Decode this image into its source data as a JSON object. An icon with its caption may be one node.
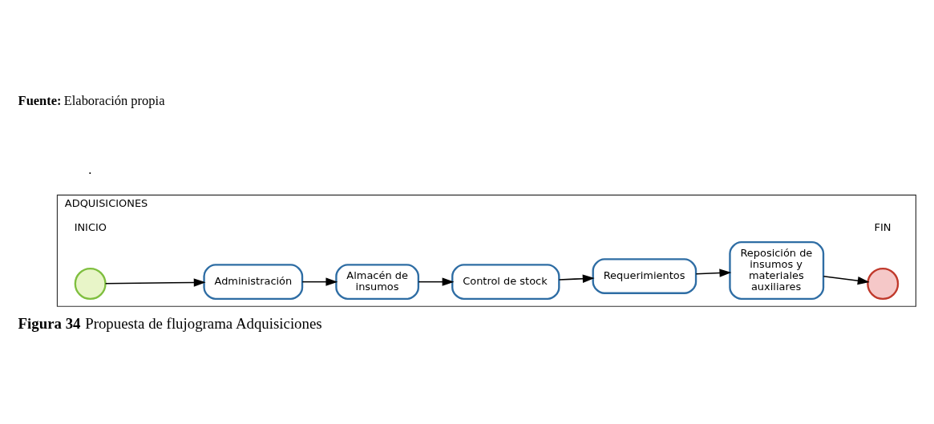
{
  "diagram": {
    "caption": "**Figura 34** Propuesta de flujograma Adquisiciones",
    "nodes": [
      {
        "text": [
          "ADQUISICIONES"
        ]
      },
      {
        "text": [],
        "shape": "circle",
        "beside": [
          "INICIO"
        ],
        "in": 0
      },
      {
        "text": [
          "Administración"
        ],
        "in": 0
      },
      {
        "text": [
          "Almacén de insumos"
        ],
        "in": 0
      },
      {
        "text": [
          "Control de stock"
        ],
        "in": 0
      },
      {
        "text": [
          "Requerimientos"
        ],
        "in": 0
      },
      {
        "text": [
          "Reposición de insumos y materiales auxiliares"
        ],
        "in": 0
      },
      {
        "text": [],
        "shape": "circle",
        "beside": [
          "FIN"
        ],
        "in": 0
      }
    ],
    "edges": [
      {
        "from": 1,
        "to": 2,
        "arrow": "to"
      },
      {
        "from": 2,
        "to": 3,
        "arrow": "to"
      },
      {
        "from": 3,
        "to": 4,
        "arrow": "to"
      },
      {
        "from": 4,
        "to": 5,
        "arrow": "to"
      },
      {
        "from": 5,
        "to": 6,
        "arrow": "to"
      },
      {
        "from": 6,
        "to": 7,
        "arrow": "to"
      }
    ],
    "labels": [
      ".",
      "**Fuente:** Elaboración propia"
    ]
  }
}
